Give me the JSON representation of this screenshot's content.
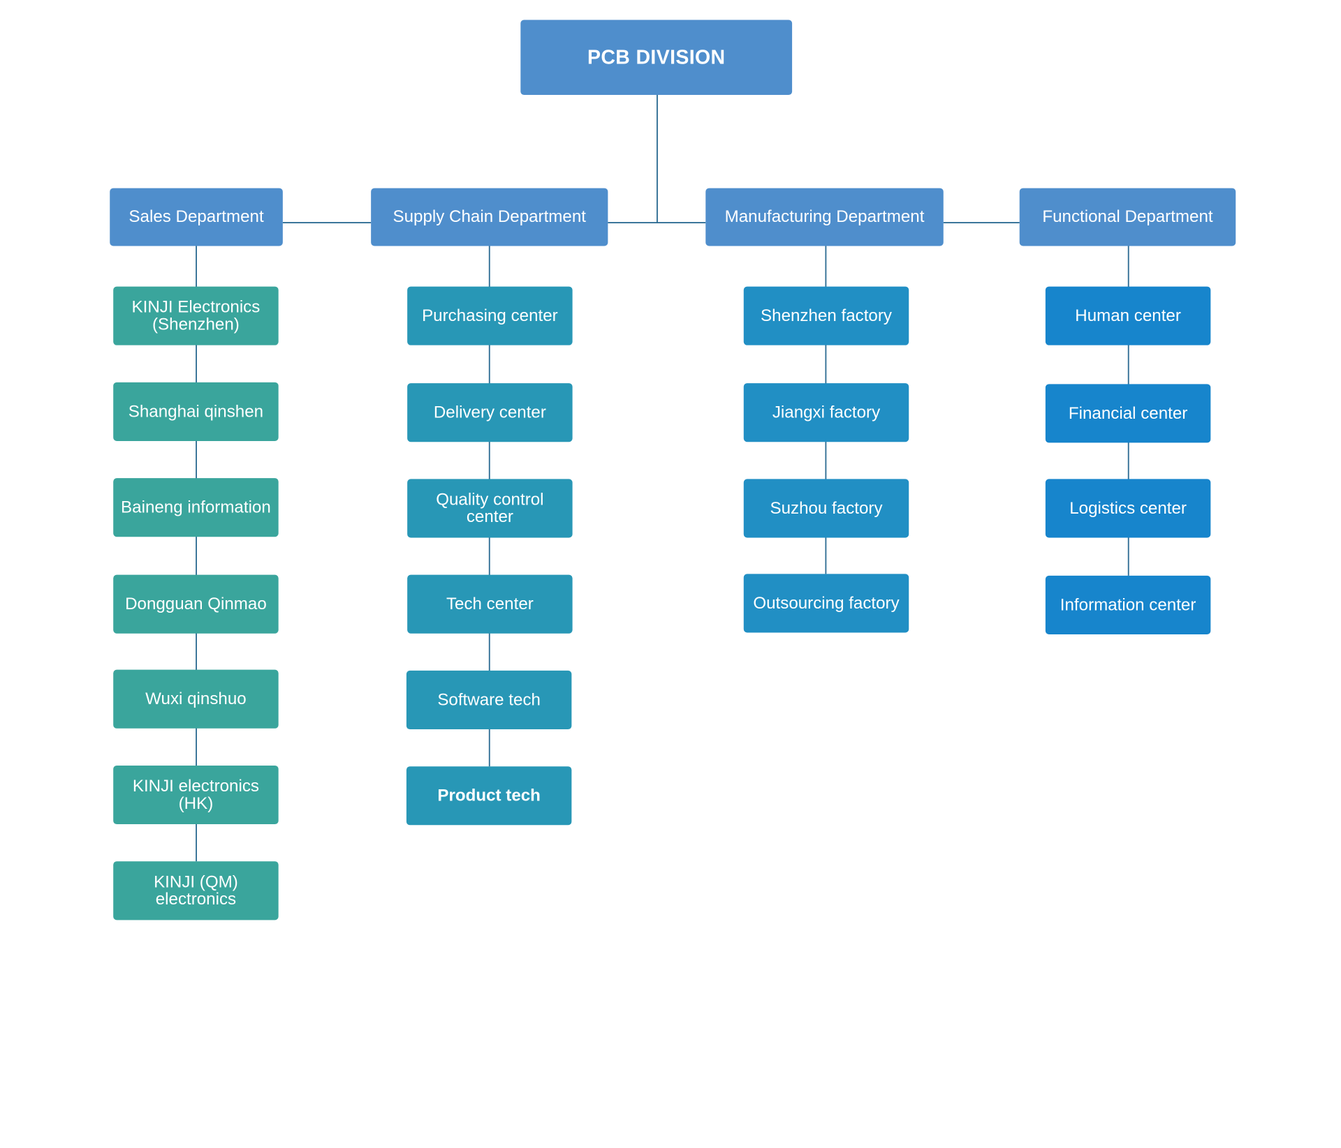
{
  "colors": {
    "root": "#4f8ecc",
    "department": "#4f8ecc",
    "sales_units": "#3aa59c",
    "supply_units": "#2897b6",
    "manufacturing_units": "#218fc4",
    "functional_units": "#1785cc",
    "connector": "#2f6d94"
  },
  "root": {
    "label": "PCB DIVISION"
  },
  "departments": [
    {
      "label": "Sales Department",
      "units": [
        "KINJI Electronics\n(Shenzhen)",
        "Shanghai qinshen",
        "Baineng information",
        "Dongguan Qinmao",
        "Wuxi qinshuo",
        "KINJI electronics\n(HK)",
        "KINJI (QM)\nelectronics"
      ]
    },
    {
      "label": "Supply Chain Department",
      "units": [
        "Purchasing center",
        "Delivery center",
        "Quality control\ncenter",
        "Tech center",
        "Software tech",
        "Product tech"
      ]
    },
    {
      "label": "Manufacturing Department",
      "units": [
        "Shenzhen factory",
        "Jiangxi factory",
        "Suzhou factory",
        "Outsourcing factory"
      ]
    },
    {
      "label": "Functional Department",
      "units": [
        "Human center",
        "Financial center",
        "Logistics center",
        "Information center"
      ]
    }
  ]
}
